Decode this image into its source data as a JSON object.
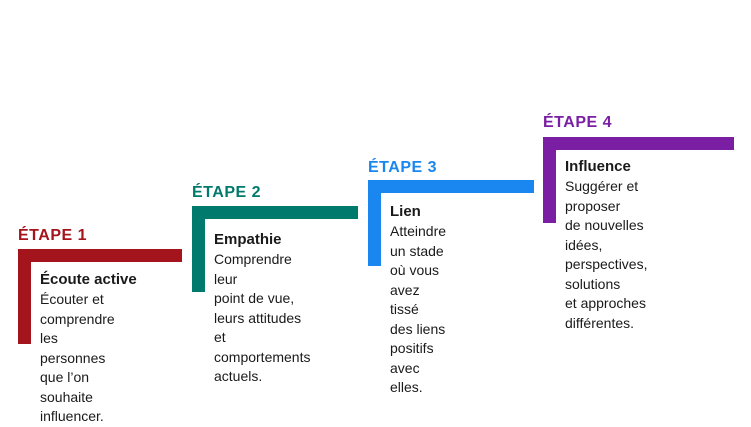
{
  "steps": [
    {
      "label": "ÉTAPE 1",
      "title": "Écoute active",
      "description": "Écouter et\ncomprendre les\npersonnes que l’on\nsouhaite influencer.",
      "color": "#a4141c"
    },
    {
      "label": "ÉTAPE 2",
      "title": "Empathie",
      "description": "Comprendre leur\npoint de vue,\nleurs attitudes et\ncomportements\nactuels.",
      "color": "#007a6c"
    },
    {
      "label": "ÉTAPE 3",
      "title": "Lien",
      "description": "Atteindre un stade\noù vous avez tissé\ndes liens positifs\navec elles.",
      "color": "#1a87f0"
    },
    {
      "label": "ÉTAPE 4",
      "title": "Influence",
      "description": "Suggérer et proposer\nde nouvelles idées,\nperspectives, solutions\net approches\ndifférentes.",
      "color": "#7a1fa3"
    }
  ]
}
